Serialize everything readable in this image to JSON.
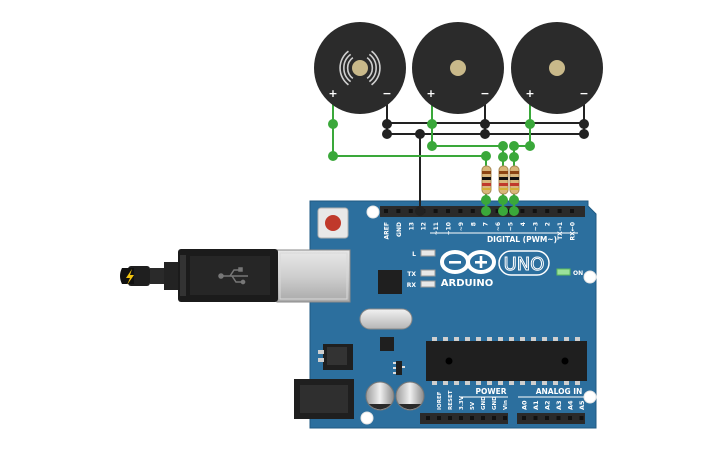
{
  "board": {
    "logo_text": "ARDUINO",
    "model_text": "UNO",
    "on_label": "ON",
    "led_labels": [
      "L",
      "TX",
      "RX"
    ],
    "digital_label": "DIGITAL (PWM~)",
    "power_label": "POWER",
    "analog_label": "ANALOG IN",
    "digital_pins": [
      "AREF",
      "GND",
      "13",
      "12",
      "~11",
      "~10",
      "~9",
      "8",
      "7",
      "~6",
      "~5",
      "4",
      "~3",
      "2",
      "TX→1",
      "RX←0"
    ],
    "power_pins": [
      "IOREF",
      "RESET",
      "3.3V",
      "5V",
      "GND",
      "GND",
      "Vin"
    ],
    "analog_pins": [
      "A0",
      "A1",
      "A2",
      "A3",
      "A4",
      "A5"
    ]
  },
  "buzzers": [
    {
      "id": "buzzer-1",
      "plus": "+",
      "minus": "−",
      "active": true
    },
    {
      "id": "buzzer-2",
      "plus": "+",
      "minus": "−",
      "active": false
    },
    {
      "id": "buzzer-3",
      "plus": "+",
      "minus": "−",
      "active": false
    }
  ],
  "colors": {
    "board": "#2c6f9e",
    "wire_signal": "#3aa83a",
    "wire_ground": "#222222",
    "buzzer_body": "#2b2b2b",
    "buzzer_center": "#c9b98a"
  }
}
